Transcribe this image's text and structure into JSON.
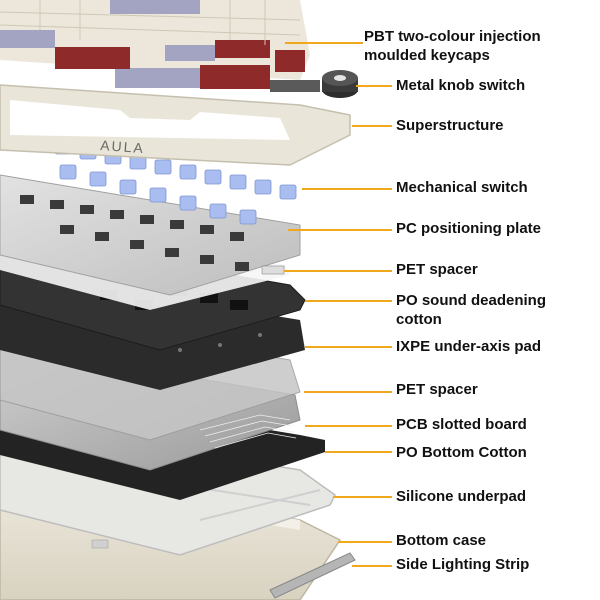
{
  "diagram": {
    "type": "exploded-view",
    "subject": "mechanical keyboard",
    "brand_logo": "AULA",
    "leader_color": "#f0a91c",
    "text_color": "#111111",
    "layers": [
      {
        "id": "keycaps",
        "label_lines": [
          "PBT two-colour injection",
          "moulded keycaps"
        ]
      },
      {
        "id": "knob",
        "label_lines": [
          "Metal knob switch"
        ]
      },
      {
        "id": "superstructure",
        "label_lines": [
          "Superstructure"
        ]
      },
      {
        "id": "switch",
        "label_lines": [
          "Mechanical switch"
        ]
      },
      {
        "id": "plate",
        "label_lines": [
          "PC positioning plate"
        ]
      },
      {
        "id": "pet1",
        "label_lines": [
          "PET spacer"
        ]
      },
      {
        "id": "po-cotton",
        "label_lines": [
          "PO sound deadening",
          "cotton"
        ]
      },
      {
        "id": "ixpe",
        "label_lines": [
          "IXPE under-axis pad"
        ]
      },
      {
        "id": "pet2",
        "label_lines": [
          "PET spacer"
        ]
      },
      {
        "id": "pcb",
        "label_lines": [
          "PCB slotted board"
        ]
      },
      {
        "id": "po-bottom",
        "label_lines": [
          "PO Bottom Cotton"
        ]
      },
      {
        "id": "silicone",
        "label_lines": [
          "Silicone underpad"
        ]
      },
      {
        "id": "bottom-case",
        "label_lines": [
          "Bottom case"
        ]
      },
      {
        "id": "side-strip",
        "label_lines": [
          "Side Lighting Strip"
        ]
      }
    ],
    "colors": {
      "keycap_cream": "#ece7da",
      "keycap_red": "#8e2a2a",
      "keycap_lavender": "#a3a3c2",
      "switch_blue": "#a9bdf0",
      "plate_grey": "#c9c9c9",
      "foam_black": "#2a2a2a",
      "pcb_silver": "#b8b8b8",
      "case_cream": "#e6e1d2"
    }
  }
}
